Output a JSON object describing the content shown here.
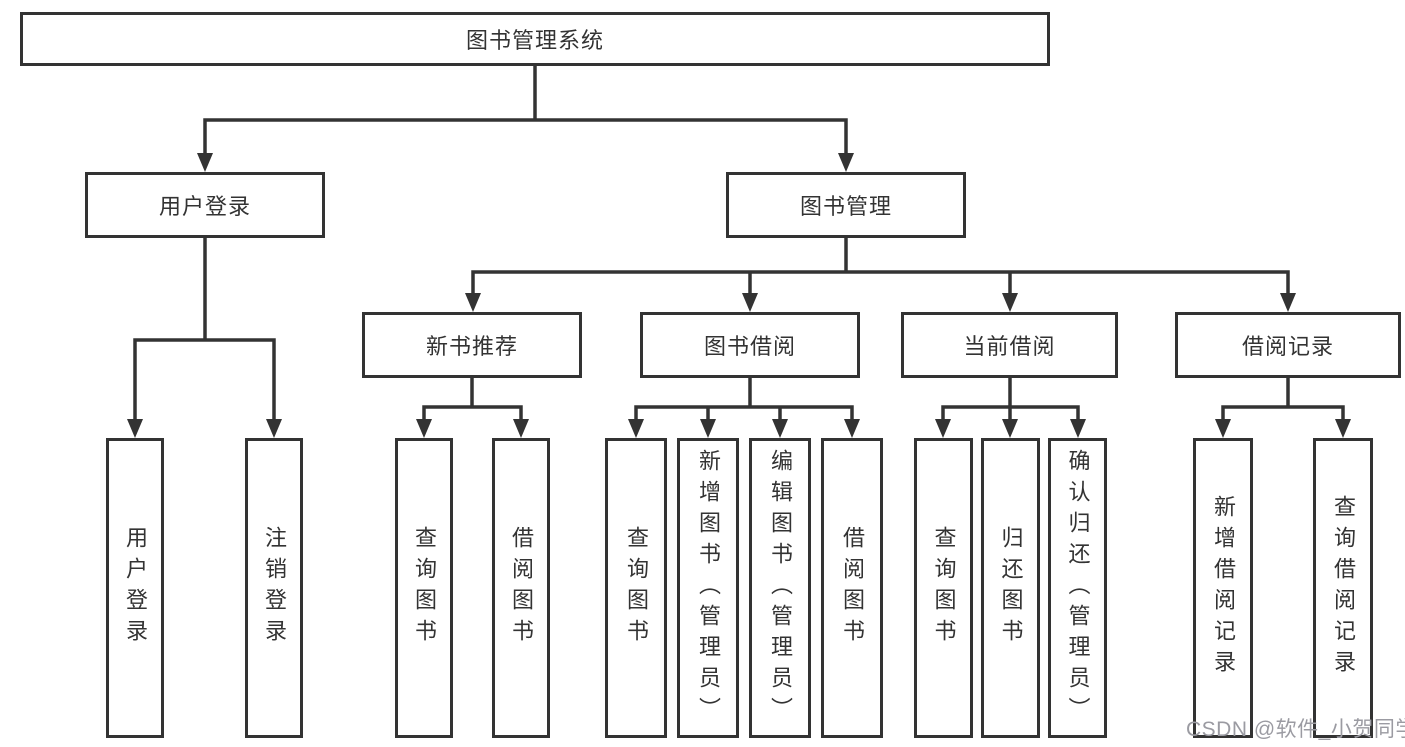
{
  "tree": {
    "root": {
      "label": "图书管理系统",
      "children": [
        {
          "label": "用户登录",
          "children": [
            {
              "label": "用户登录"
            },
            {
              "label": "注销登录"
            }
          ]
        },
        {
          "label": "图书管理",
          "children": [
            {
              "label": "新书推荐",
              "children": [
                {
                  "label": "查询图书"
                },
                {
                  "label": "借阅图书"
                }
              ]
            },
            {
              "label": "图书借阅",
              "children": [
                {
                  "label": "查询图书"
                },
                {
                  "label": "新增图书（管理员）"
                },
                {
                  "label": "编辑图书（管理员）"
                },
                {
                  "label": "借阅图书"
                }
              ]
            },
            {
              "label": "当前借阅",
              "children": [
                {
                  "label": "查询图书"
                },
                {
                  "label": "归还图书"
                },
                {
                  "label": "确认归还（管理员）"
                }
              ]
            },
            {
              "label": "借阅记录",
              "children": [
                {
                  "label": "新增借阅记录"
                },
                {
                  "label": "查询借阅记录"
                }
              ]
            }
          ]
        }
      ]
    }
  },
  "watermark": {
    "text": "CSDN @软件_小贺同学"
  },
  "colors": {
    "line": "#333333",
    "text": "#333333",
    "background": "#ffffff",
    "watermark_text": "#9b9ba2"
  }
}
